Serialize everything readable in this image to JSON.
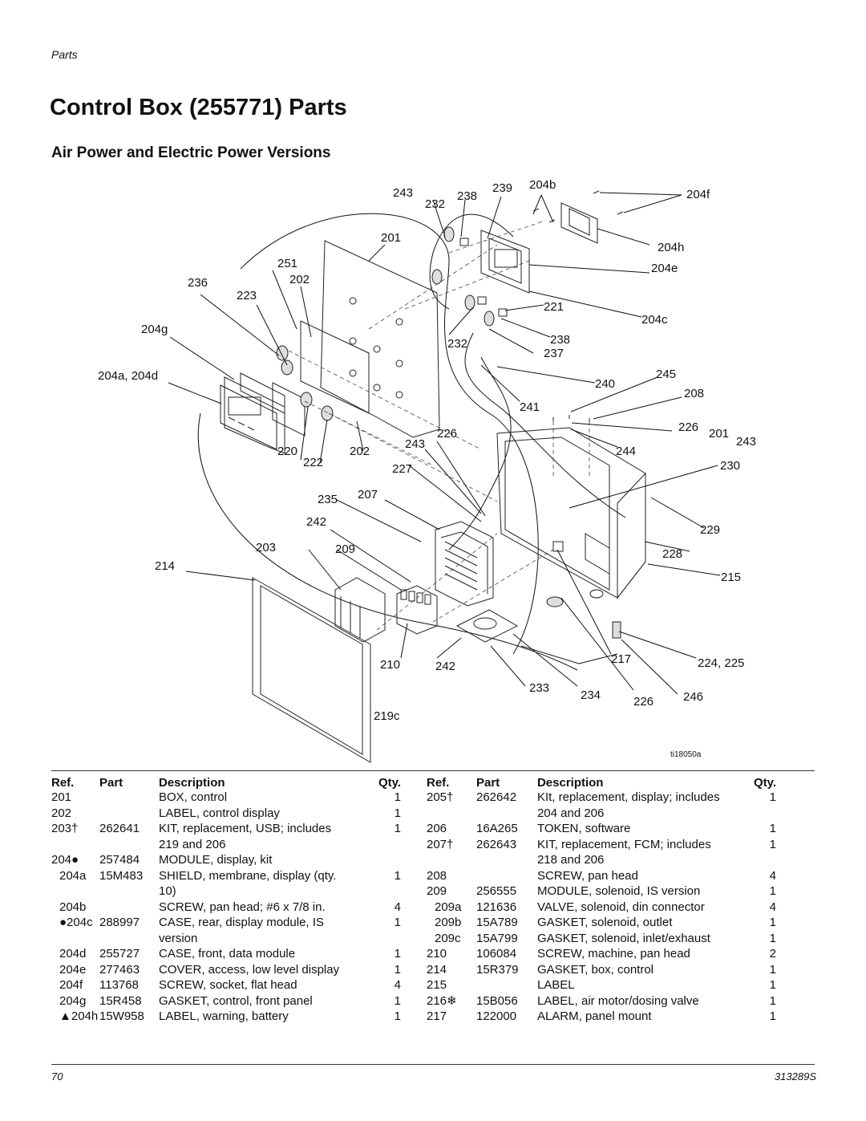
{
  "header": {
    "section": "Parts"
  },
  "title": "Control Box (255771) Parts",
  "subtitle": "Air Power and Electric Power Versions",
  "figure_id": "ti18050a",
  "callouts": [
    "243",
    "232",
    "238",
    "239",
    "204b",
    "204f",
    "201",
    "204h",
    "204e",
    "251",
    "202",
    "236",
    "223",
    "221",
    "204c",
    "204g",
    "232",
    "238",
    "237",
    "245",
    "204a, 204d",
    "240",
    "208",
    "241",
    "226",
    "201",
    "243",
    "243",
    "226",
    "244",
    "220",
    "202",
    "222",
    "227",
    "230",
    "207",
    "235",
    "242",
    "229",
    "203",
    "209",
    "228",
    "214",
    "215",
    "217",
    "224, 225",
    "210",
    "242",
    "233",
    "234",
    "226",
    "246",
    "219c"
  ],
  "table_headers": {
    "ref": "Ref.",
    "part": "Part",
    "description": "Description",
    "qty": "Qty."
  },
  "left_rows": [
    {
      "ref": "201",
      "part": "",
      "desc": "BOX, control",
      "qty": "1"
    },
    {
      "ref": "202",
      "part": "",
      "desc": "LABEL, control display",
      "qty": "1"
    },
    {
      "ref": "203†",
      "part": "262641",
      "desc": "KIT, replacement, USB; includes",
      "qty": "1"
    },
    {
      "ref": "",
      "part": "",
      "desc": "219 and 206",
      "qty": ""
    },
    {
      "ref": "204●",
      "part": "257484",
      "desc": "MODULE, display, kit",
      "qty": ""
    },
    {
      "ref": "204a",
      "part": "15M483",
      "desc": "SHIELD, membrane, display (qty.",
      "qty": "1",
      "indent": true
    },
    {
      "ref": "",
      "part": "",
      "desc": "10)",
      "qty": ""
    },
    {
      "ref": "204b",
      "part": "",
      "desc": "SCREW, pan head; #6 x 7/8 in.",
      "qty": "4",
      "indent": true
    },
    {
      "ref": "●204c",
      "part": "288997",
      "desc": "CASE, rear, display module, IS",
      "qty": "1",
      "indent": true
    },
    {
      "ref": "",
      "part": "",
      "desc": "version",
      "qty": ""
    },
    {
      "ref": "204d",
      "part": "255727",
      "desc": "CASE, front, data module",
      "qty": "1",
      "indent": true
    },
    {
      "ref": "204e",
      "part": "277463",
      "desc": "COVER, access, low level display",
      "qty": "1",
      "indent": true
    },
    {
      "ref": "204f",
      "part": "113768",
      "desc": "SCREW, socket, flat head",
      "qty": "4",
      "indent": true
    },
    {
      "ref": "204g",
      "part": "15R458",
      "desc": "GASKET, control, front panel",
      "qty": "1",
      "indent": true
    },
    {
      "ref": "▲204h",
      "part": "15W958",
      "desc": "LABEL, warning, battery",
      "qty": "1",
      "indent": true
    }
  ],
  "right_rows": [
    {
      "ref": "205†",
      "part": "262642",
      "desc": "KIt, replacement, display; includes",
      "qty": "1"
    },
    {
      "ref": "",
      "part": "",
      "desc": "204 and 206",
      "qty": ""
    },
    {
      "ref": "206",
      "part": "16A265",
      "desc": "TOKEN, software",
      "qty": "1"
    },
    {
      "ref": "207†",
      "part": "262643",
      "desc": "KIT, replacement, FCM; includes",
      "qty": "1"
    },
    {
      "ref": "",
      "part": "",
      "desc": "218 and 206",
      "qty": ""
    },
    {
      "ref": "208",
      "part": "",
      "desc": "SCREW, pan head",
      "qty": "4"
    },
    {
      "ref": "209",
      "part": "256555",
      "desc": "MODULE, solenoid, IS version",
      "qty": "1"
    },
    {
      "ref": "209a",
      "part": "121636",
      "desc": "VALVE, solenoid, din connector",
      "qty": "4",
      "indent": true
    },
    {
      "ref": "209b",
      "part": "15A789",
      "desc": "GASKET, solenoid, outlet",
      "qty": "1",
      "indent": true
    },
    {
      "ref": "209c",
      "part": "15A799",
      "desc": "GASKET, solenoid, inlet/exhaust",
      "qty": "1",
      "indent": true
    },
    {
      "ref": "210",
      "part": "106084",
      "desc": "SCREW, machine, pan head",
      "qty": "2"
    },
    {
      "ref": "214",
      "part": "15R379",
      "desc": "GASKET, box, control",
      "qty": "1"
    },
    {
      "ref": "215",
      "part": "",
      "desc": "LABEL",
      "qty": "1"
    },
    {
      "ref": "216❄",
      "part": "15B056",
      "desc": "LABEL, air motor/dosing valve",
      "qty": "1"
    },
    {
      "ref": "217",
      "part": "122000",
      "desc": "ALARM, panel mount",
      "qty": "1"
    }
  ],
  "footer": {
    "page": "70",
    "doc": "313289S"
  }
}
